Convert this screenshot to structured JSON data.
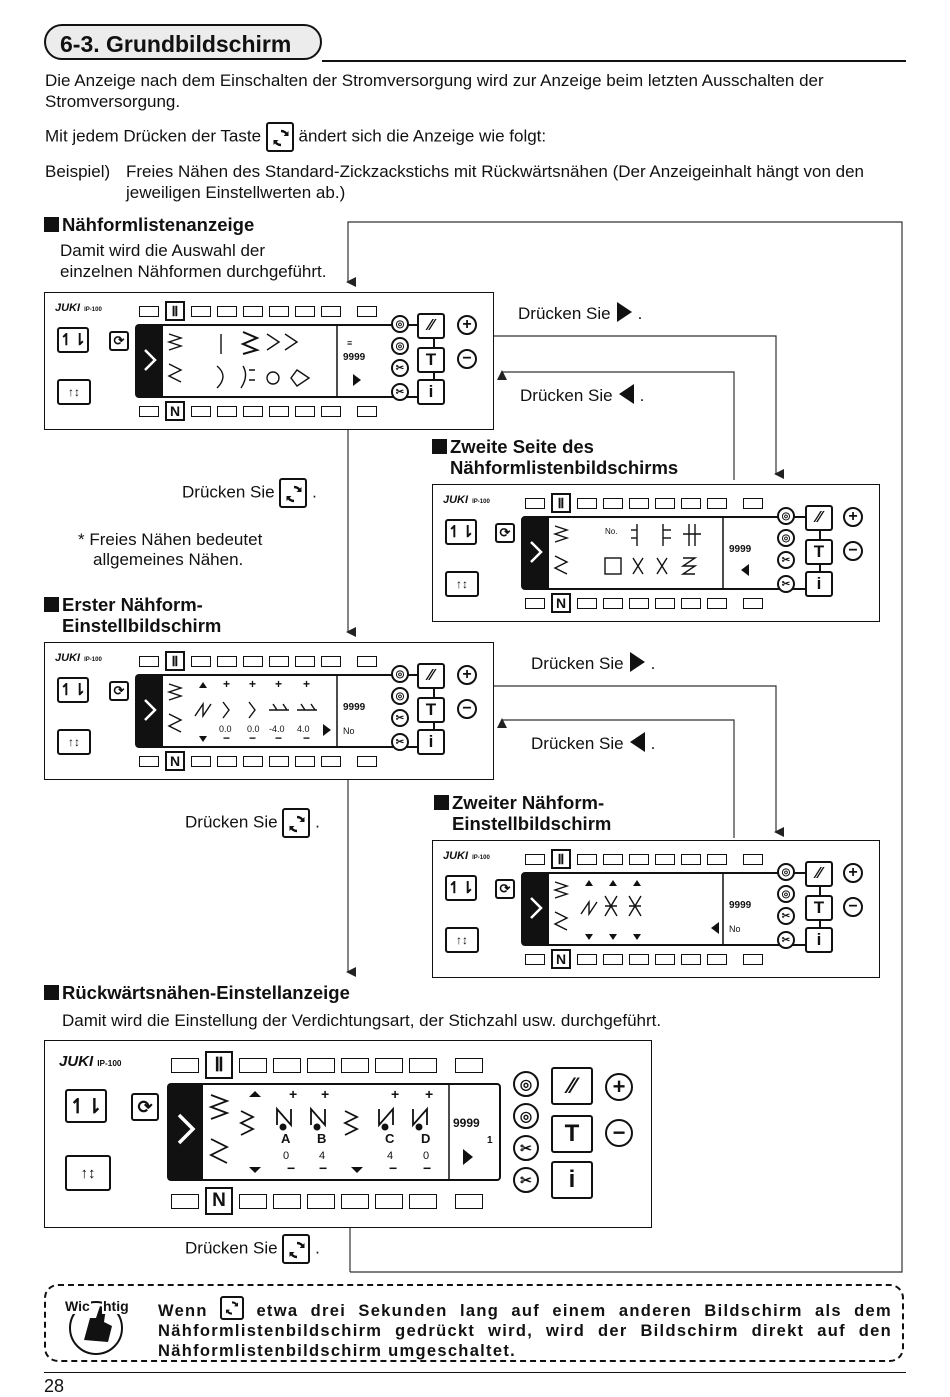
{
  "section": {
    "title": "6-3. Grundbildschirm"
  },
  "intro": {
    "para1": "Die Anzeige nach dem Einschalten der Stromversorgung wird zur Anzeige beim letzten Ausschalten der Stromversorgung.",
    "para2_before": "Mit jedem Drücken der Taste",
    "para2_after": "ändert sich die Anzeige wie folgt:",
    "example_label": "Beispiel)",
    "example_text": "Freies Nähen des Standard-Zickzackstichs mit Rückwärtsnähen (Der Anzeigeinhalt hängt von den jeweiligen Einstellwerten ab.)"
  },
  "screens": {
    "list": {
      "heading": "Nähformlistenanzeige",
      "desc": "Damit wird die Auswahl der einzelnen Nähformen durchgeführt."
    },
    "list2": {
      "heading_line1": "Zweite Seite des",
      "heading_line2": "Nähformlistenbildschirms"
    },
    "set1": {
      "heading_line1": "Erster Nähform-",
      "heading_line2": "Einstellbildschirm"
    },
    "set2": {
      "heading_line1": "Zweiter Nähform-",
      "heading_line2": "Einstellbildschirm"
    },
    "reverse": {
      "heading": "Rückwärtsnähen-Einstellanzeige",
      "desc": "Damit wird die Einstellung der Verdichtungsart, der Stichzahl usw. durchgeführt."
    }
  },
  "labels": {
    "press": "Drücken Sie",
    "period": ".",
    "note_line1": "* Freies Nähen bedeutet",
    "note_line2": "allgemeines Nähen."
  },
  "panel": {
    "brand": "JUKI",
    "model": "IP-100",
    "top_key": "N",
    "counter": "9999",
    "btn_t": "T",
    "btn_i": "i",
    "plus": "+",
    "minus": "−"
  },
  "set1_values": [
    "0.0",
    "0.0",
    "-4.0",
    "4.0"
  ],
  "reverse_values": {
    "letters": [
      "A",
      "B",
      "C",
      "D"
    ],
    "numbers": [
      "0",
      "4",
      "4",
      "0"
    ],
    "lock": "1"
  },
  "warning": {
    "badge_line1": "Wic",
    "badge_line2": "htig",
    "text_before": "Wenn",
    "text_after": "etwa drei Sekunden lang auf einem anderen Bildschirm als dem Nähformlistenbildschirm gedrückt wird, wird der Bildschirm direkt auf den Nähformlistenbildschirm umgeschaltet."
  },
  "page_number": "28"
}
